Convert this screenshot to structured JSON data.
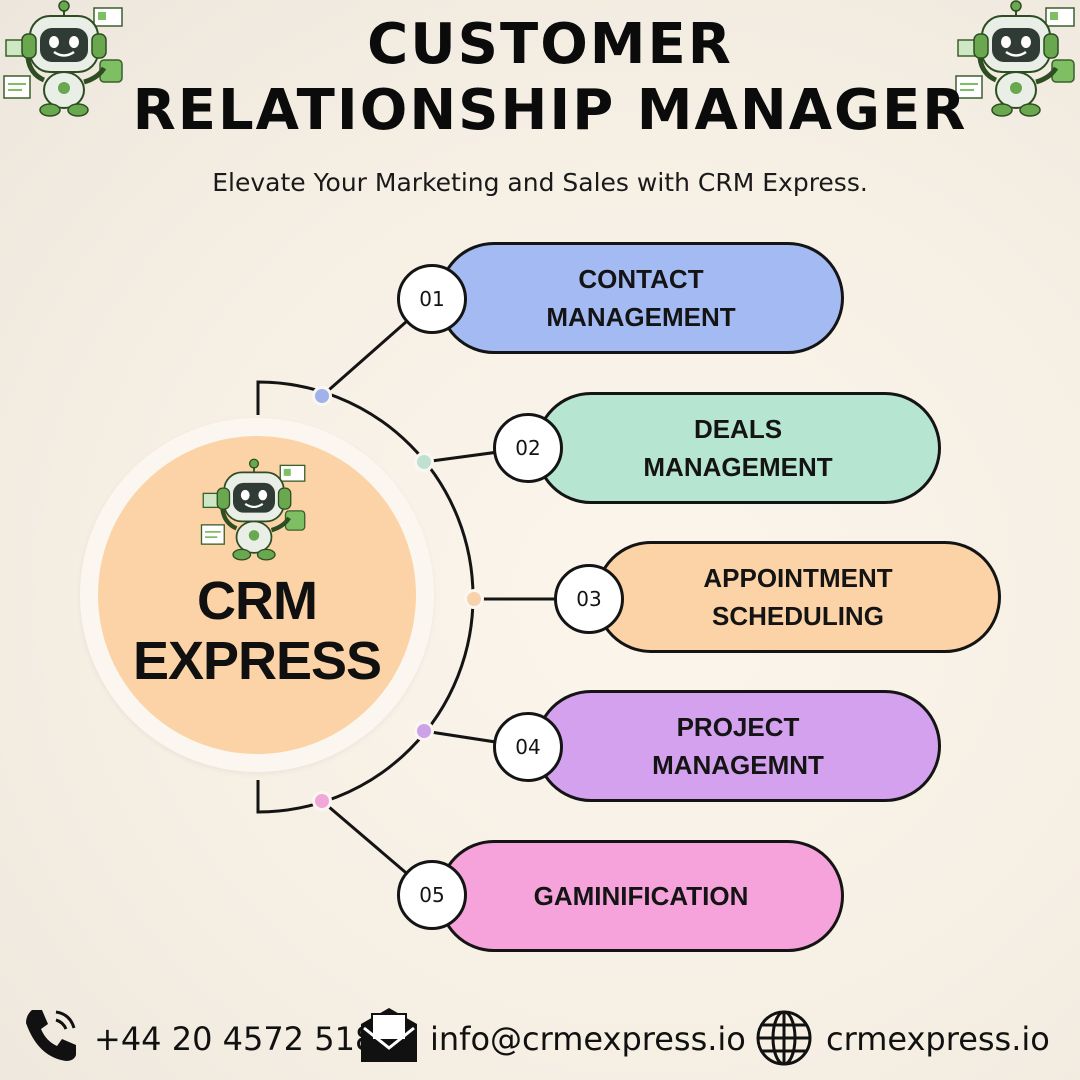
{
  "header": {
    "title": "CUSTOMER RELATIONSHIP MANAGER",
    "subtitle": "Elevate Your Marketing and Sales with CRM Express."
  },
  "hub": {
    "name_line1": "CRM",
    "name_line2": "EXPRESS"
  },
  "items": [
    {
      "number": "01",
      "label": "CONTACT\nMANAGEMENT",
      "color": "#a3baf3",
      "dot_color": "#9fb2ea"
    },
    {
      "number": "02",
      "label": "DEALS\nMANAGEMENT",
      "color": "#b6e5d2",
      "dot_color": "#bfe1d2"
    },
    {
      "number": "03",
      "label": "APPOINTMENT\nSCHEDULING",
      "color": "#fcd3a6",
      "dot_color": "#f7d2aa"
    },
    {
      "number": "04",
      "label": "PROJECT\nMANAGEMNT",
      "color": "#d3a1ee",
      "dot_color": "#cda3e8"
    },
    {
      "number": "05",
      "label": "GAMINIFICATION",
      "color": "#f5a3da",
      "dot_color": "#f2a7d9"
    }
  ],
  "footer": {
    "phone": "+44 20 4572 5183",
    "email": "info@crmexpress.io",
    "website": "crmexpress.io",
    "icons": [
      "phone-icon",
      "mail-icon",
      "globe-icon"
    ]
  },
  "colors": {
    "outline": "#141414",
    "hub_fill": "#fbd3a7",
    "robot_green": "#6aa84f"
  }
}
